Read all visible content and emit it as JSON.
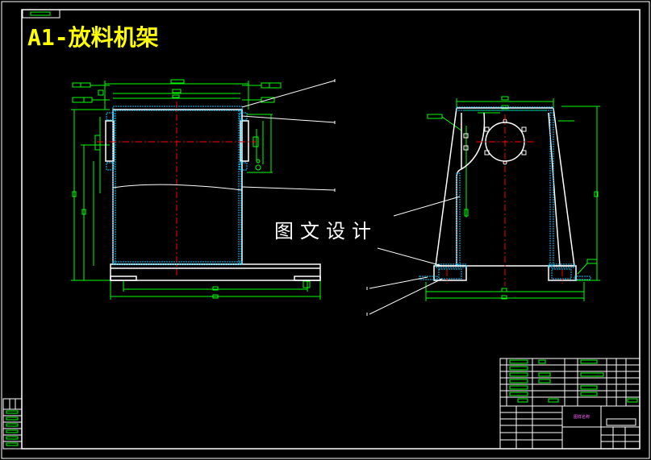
{
  "drawing": {
    "title": "A1-放料机架",
    "watermark": "图文设计",
    "background": "#000000",
    "colors": {
      "border": "#ffffff",
      "outline": "#ffffff",
      "dimension": "#00ff00",
      "centerline": "#ff0000",
      "title": "#ffff00",
      "hatch": "#00c8ff",
      "leader": "#ffffff"
    }
  },
  "title_block": {
    "labels": [
      "图样名称"
    ]
  }
}
